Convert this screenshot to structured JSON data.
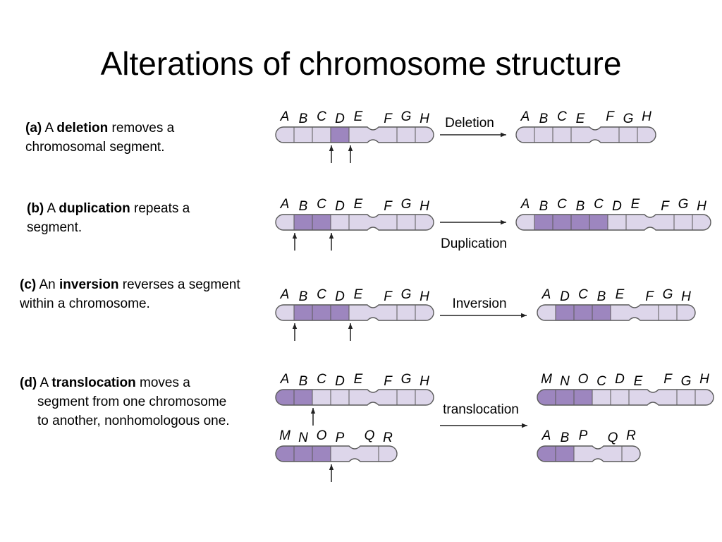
{
  "title": "Alterations of chromosome structure",
  "colors": {
    "light": "#ddd6ea",
    "dark": "#9d86bf",
    "stroke": "#5a5a5a"
  },
  "panels": {
    "a": {
      "tag": "(a)",
      "pre": "A",
      "term": "deletion",
      "post": "removes a chromosomal segment.",
      "arrow_label": "Deletion"
    },
    "b": {
      "tag": "(b)",
      "pre": "A",
      "term": "duplication",
      "post": "repeats a segment.",
      "arrow_label": "Duplication"
    },
    "c": {
      "tag": "(c)",
      "pre": "An",
      "term": "inversion",
      "post": "reverses a segment within a chromosome.",
      "arrow_label": "Inversion"
    },
    "d": {
      "tag": "(d)",
      "pre": "A",
      "term": "translocation",
      "post1": "moves a",
      "post2": "segment from one chromosome to another, nonhomologous one.",
      "arrow_label": "translocation"
    }
  },
  "chromosomes": [
    {
      "id": "a-before",
      "genes": [
        "A",
        "B",
        "C",
        "D",
        "E",
        "F",
        "G",
        "H"
      ],
      "shaded": [
        "D"
      ]
    },
    {
      "id": "a-after",
      "genes": [
        "A",
        "B",
        "C",
        "E",
        "F",
        "G",
        "H"
      ],
      "shaded": []
    },
    {
      "id": "b-before",
      "genes": [
        "A",
        "B",
        "C",
        "D",
        "E",
        "F",
        "G",
        "H"
      ],
      "shaded": [
        "B",
        "C"
      ]
    },
    {
      "id": "b-after",
      "genes": [
        "A",
        "B",
        "C",
        "B",
        "C",
        "D",
        "E",
        "F",
        "G",
        "H"
      ],
      "shaded": [
        "B",
        "C",
        "B",
        "C"
      ]
    },
    {
      "id": "c-before",
      "genes": [
        "A",
        "B",
        "C",
        "D",
        "E",
        "F",
        "G",
        "H"
      ],
      "shaded": [
        "B",
        "C",
        "D"
      ]
    },
    {
      "id": "c-after",
      "genes": [
        "A",
        "D",
        "C",
        "B",
        "E",
        "F",
        "G",
        "H"
      ],
      "shaded": [
        "D",
        "C",
        "B"
      ]
    },
    {
      "id": "d-top-before",
      "genes": [
        "A",
        "B",
        "C",
        "D",
        "E",
        "F",
        "G",
        "H"
      ],
      "shaded": [
        "A",
        "B"
      ]
    },
    {
      "id": "d-bottom-before",
      "genes": [
        "M",
        "N",
        "O",
        "P",
        "Q",
        "R"
      ],
      "shaded": [
        "M",
        "N",
        "O"
      ]
    },
    {
      "id": "d-top-after",
      "genes": [
        "M",
        "N",
        "O",
        "C",
        "D",
        "E",
        "F",
        "G",
        "H"
      ],
      "shaded": [
        "M",
        "N",
        "O"
      ]
    },
    {
      "id": "d-bottom-after",
      "genes": [
        "A",
        "B",
        "P",
        "Q",
        "R"
      ],
      "shaded": [
        "A",
        "B"
      ]
    }
  ]
}
